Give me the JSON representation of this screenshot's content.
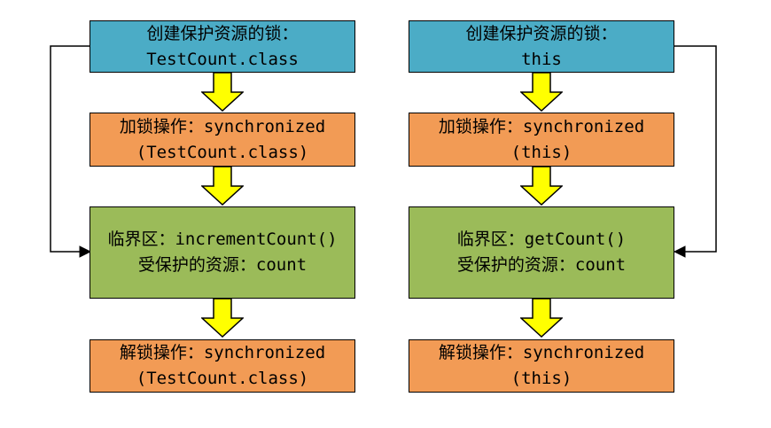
{
  "colors": {
    "canvas-bg": "#ffffff",
    "box-blue": "#4BACC6",
    "box-orange": "#F29B55",
    "box-green": "#9BBB59",
    "arrow-yellow": "#FFFF00",
    "line-black": "#000000"
  },
  "columns": [
    {
      "name": "class-lock-flow",
      "boxes": [
        {
          "type": "create-lock",
          "line1": "创建保护资源的锁：",
          "line2": "TestCount.class"
        },
        {
          "type": "lock",
          "line1": "加锁操作：synchronized",
          "line2": "(TestCount.class)"
        },
        {
          "type": "critical",
          "line1": "临界区：incrementCount()",
          "line2": "受保护的资源：count"
        },
        {
          "type": "unlock",
          "line1": "解锁操作：synchronized",
          "line2": "(TestCount.class)"
        }
      ]
    },
    {
      "name": "this-lock-flow",
      "boxes": [
        {
          "type": "create-lock",
          "line1": "创建保护资源的锁：",
          "line2": "this"
        },
        {
          "type": "lock",
          "line1": "加锁操作：synchronized",
          "line2": "(this)"
        },
        {
          "type": "critical",
          "line1": "临界区：getCount()",
          "line2": "受保护的资源：count"
        },
        {
          "type": "unlock",
          "line1": "解锁操作：synchronized",
          "line2": "(this)"
        }
      ]
    }
  ]
}
